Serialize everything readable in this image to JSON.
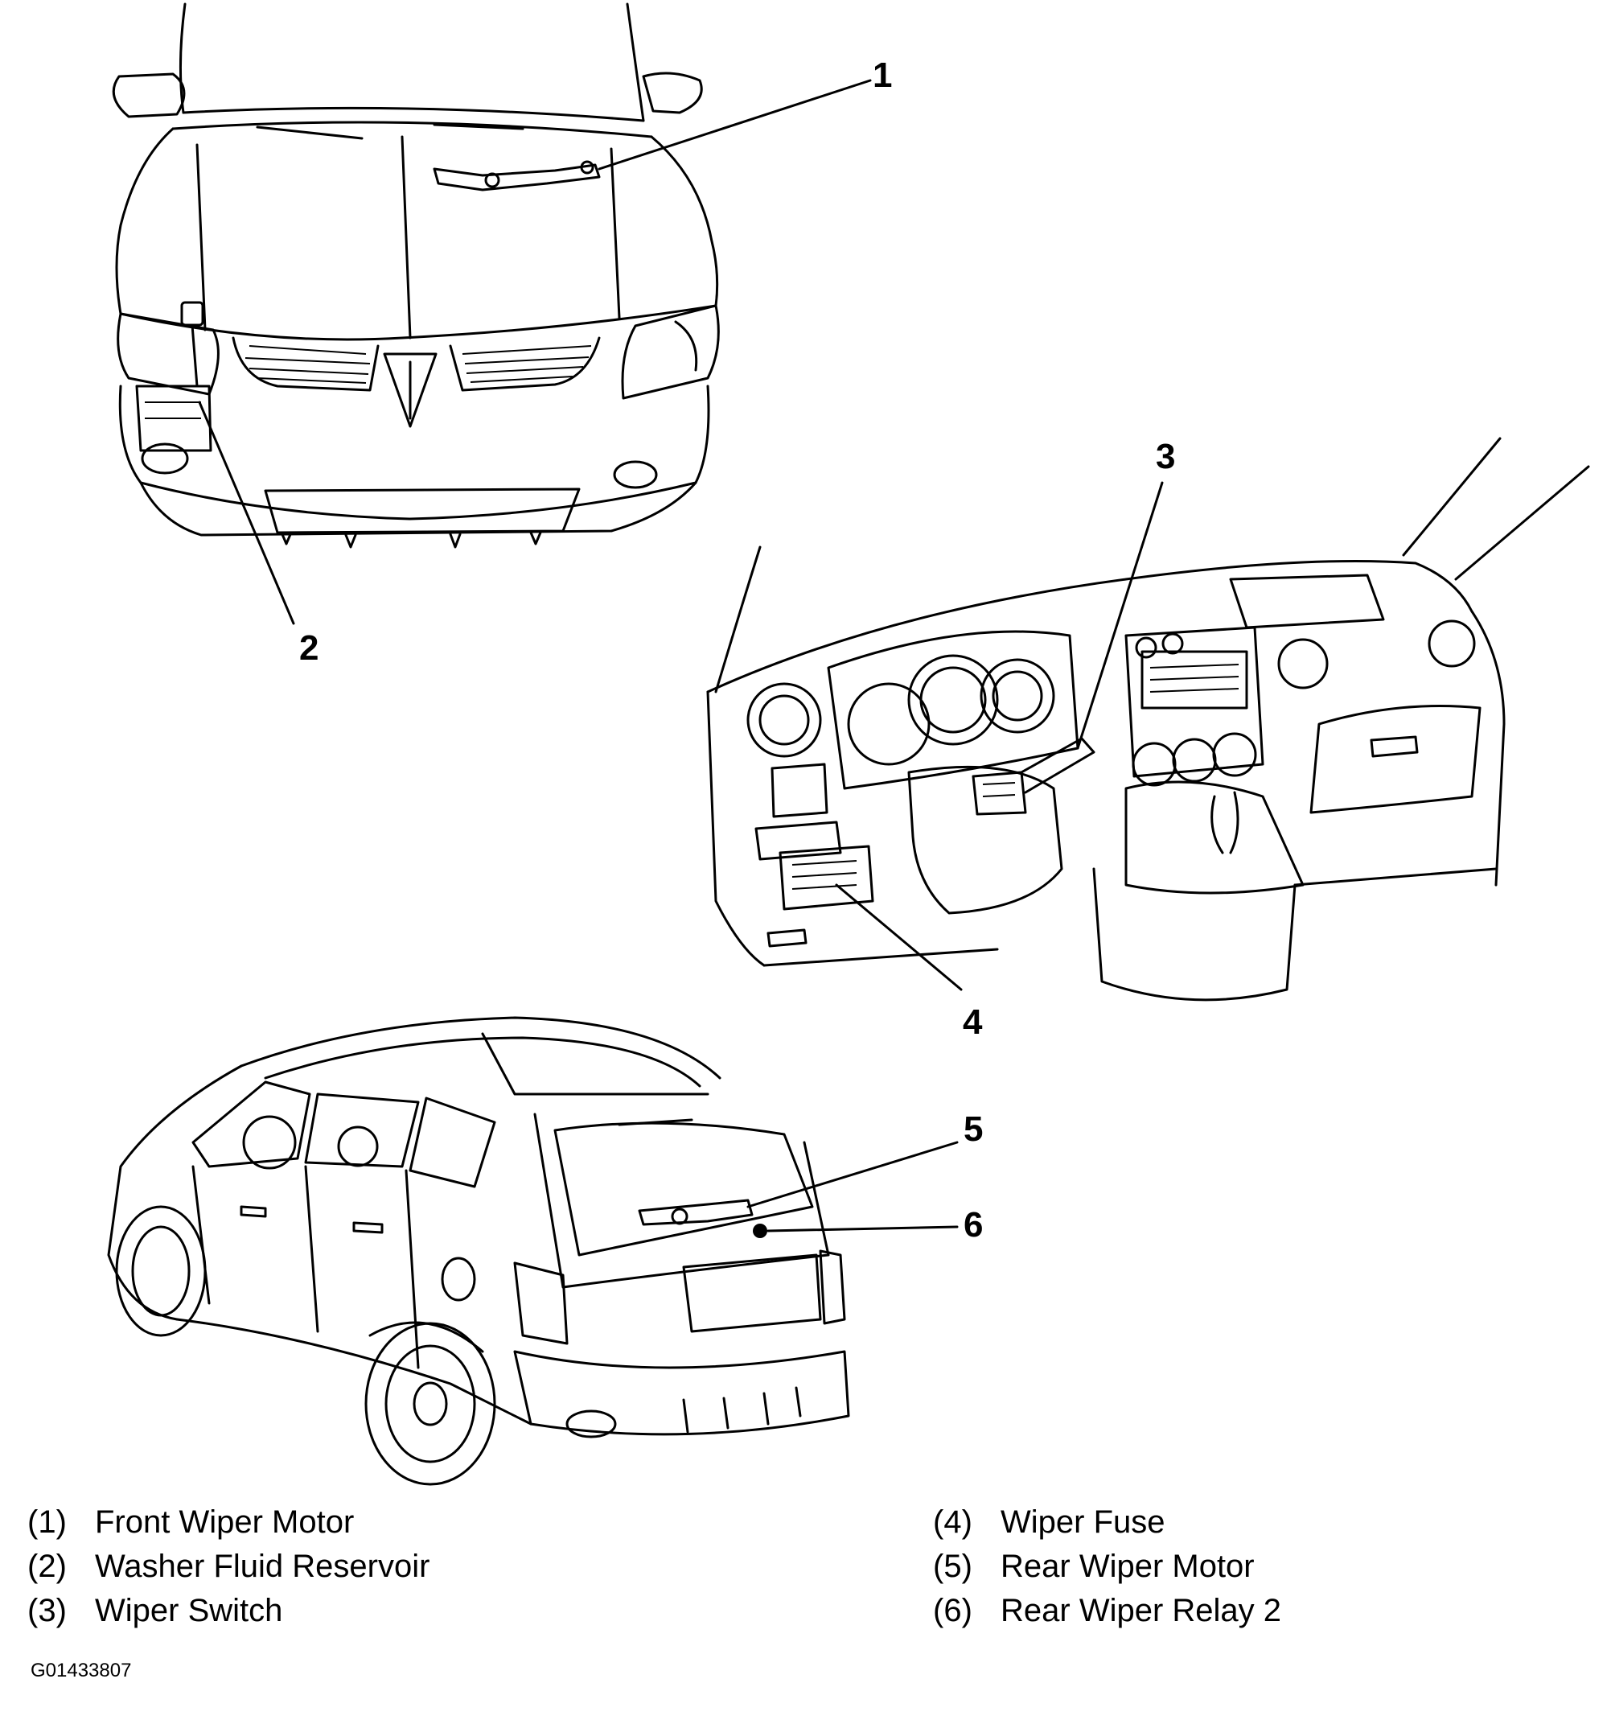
{
  "callouts": {
    "c1": "1",
    "c2": "2",
    "c3": "3",
    "c4": "4",
    "c5": "5",
    "c6": "6"
  },
  "legend": [
    {
      "num": "(1)",
      "label": "Front Wiper Motor"
    },
    {
      "num": "(2)",
      "label": "Washer Fluid Reservoir"
    },
    {
      "num": "(3)",
      "label": "Wiper Switch"
    },
    {
      "num": "(4)",
      "label": "Wiper Fuse"
    },
    {
      "num": "(5)",
      "label": "Rear Wiper Motor"
    },
    {
      "num": "(6)",
      "label": "Rear Wiper Relay 2"
    }
  ],
  "figure_id": "G01433807"
}
